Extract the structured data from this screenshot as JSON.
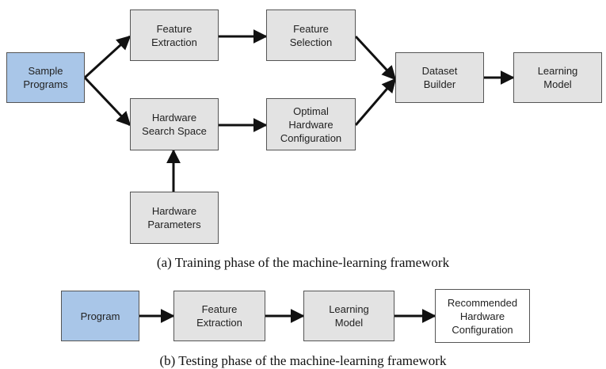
{
  "colors": {
    "input_fill": "#a9c6e8",
    "process_fill": "#e3e3e3",
    "output_fill": "#ffffff",
    "border": "#555555",
    "arrow": "#111111"
  },
  "training": {
    "sample_programs": "Sample\nPrograms",
    "feature_extraction": "Feature\nExtraction",
    "feature_selection": "Feature\nSelection",
    "hardware_search_space": "Hardware\nSearch Space",
    "optimal_hardware_configuration": "Optimal\nHardware\nConfiguration",
    "hardware_parameters": "Hardware\nParameters",
    "dataset_builder": "Dataset\nBuilder",
    "learning_model": "Learning\nModel",
    "caption": "(a) Training phase of the machine-learning framework"
  },
  "testing": {
    "program": "Program",
    "feature_extraction": "Feature\nExtraction",
    "learning_model": "Learning\nModel",
    "recommended_hardware_configuration": "Recommended\nHardware\nConfiguration",
    "caption": "(b) Testing phase of the machine-learning framework"
  }
}
